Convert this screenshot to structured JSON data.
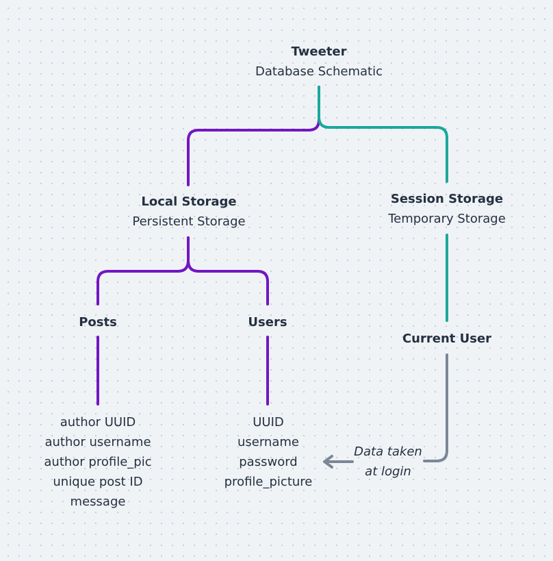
{
  "root": {
    "title": "Tweeter",
    "subtitle": "Database Schematic"
  },
  "local": {
    "title": "Local Storage",
    "subtitle": "Persistent Storage"
  },
  "session": {
    "title": "Session Storage",
    "subtitle": "Temporary Storage"
  },
  "posts": {
    "title": "Posts",
    "fields": [
      "author UUID",
      "author username",
      "author profile_pic",
      "unique post ID",
      "message"
    ]
  },
  "users": {
    "title": "Users",
    "fields": [
      "UUID",
      "username",
      "password",
      "profile_picture"
    ]
  },
  "current_user": {
    "title": "Current User"
  },
  "annotation": {
    "line1": "Data taken",
    "line2": "at login"
  },
  "colors": {
    "local_branch": "#7216c3",
    "session_branch": "#1ba89c",
    "data_flow_arrow": "#7b8796",
    "text": "#253040",
    "background": "#f0f3f6"
  }
}
